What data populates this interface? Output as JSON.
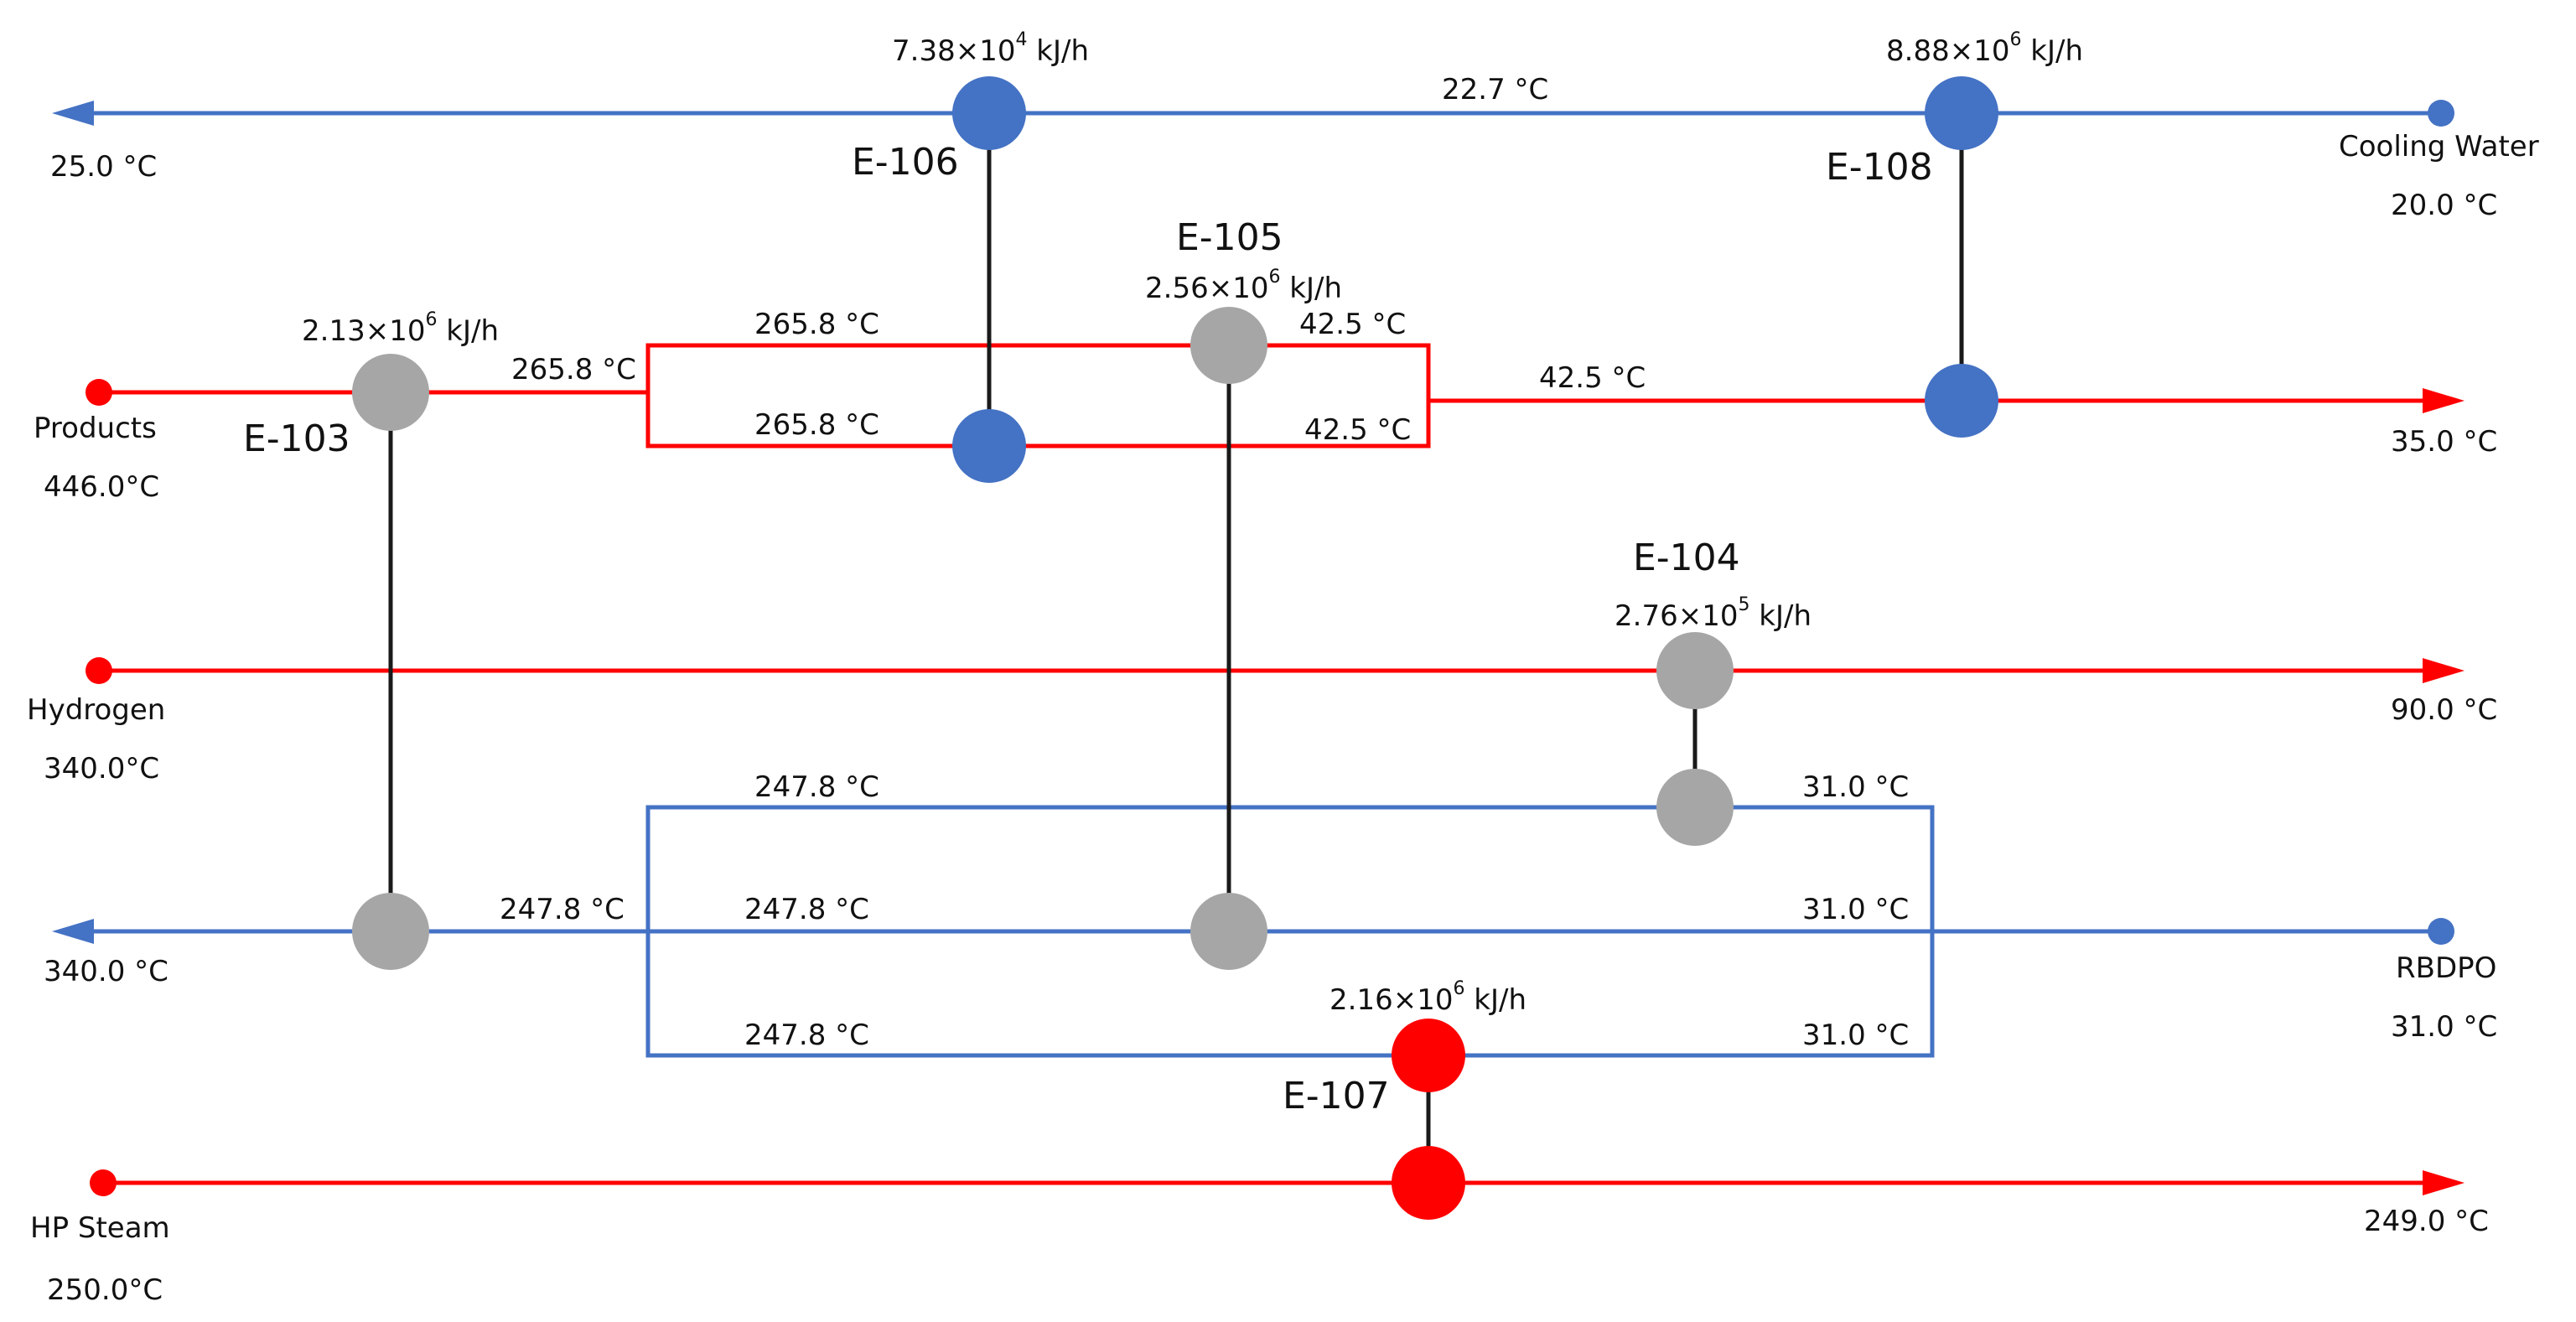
{
  "colors": {
    "hot_stream": "#ff0000",
    "cold_stream": "#4472c4",
    "exchanger_blue": "#4472c4",
    "exchanger_gray": "#a6a6a6",
    "exchanger_red": "#ff0000",
    "link": "#1a1a1a"
  },
  "streams": {
    "cooling_water": {
      "name": "Cooling Water",
      "inlet": "20.0 °C",
      "outlet": "25.0 °C",
      "mid": "22.7 °C"
    },
    "products": {
      "name": "Products",
      "inlet": "446.0°C",
      "outlet": "35.0 °C",
      "after_e103": "265.8 °C",
      "branch_top_in": "265.8 °C",
      "branch_bottom_in": "265.8 °C",
      "branch_top_out": "42.5 °C",
      "branch_bottom_out": "42.5 °C",
      "merged": "42.5 °C"
    },
    "hydrogen": {
      "name": "Hydrogen",
      "inlet": "340.0°C",
      "outlet": "90.0 °C"
    },
    "rbdpo": {
      "name": "RBDPO",
      "inlet": "31.0 °C",
      "outlet": "340.0 °C",
      "top_left": "247.8 °C",
      "top_right": "31.0 °C",
      "mid_left": "247.8 °C",
      "mid_right": "31.0 °C",
      "bottom_left": "247.8 °C",
      "bottom_right": "31.0 °C",
      "merged": "247.8 °C"
    },
    "hp_steam": {
      "name": "HP Steam",
      "inlet": "250.0°C",
      "outlet": "249.0 °C"
    }
  },
  "exchangers": [
    {
      "id": "E-103",
      "duty_base": "2.13×10",
      "duty_exp": "6",
      "duty_unit": " kJ/h"
    },
    {
      "id": "E-104",
      "duty_base": "2.76×10",
      "duty_exp": "5",
      "duty_unit": " kJ/h"
    },
    {
      "id": "E-105",
      "duty_base": "2.56×10",
      "duty_exp": "6",
      "duty_unit": " kJ/h"
    },
    {
      "id": "E-106",
      "duty_base": "7.38×10",
      "duty_exp": "4",
      "duty_unit": " kJ/h"
    },
    {
      "id": "E-107",
      "duty_base": "2.16×10",
      "duty_exp": "6",
      "duty_unit": " kJ/h"
    },
    {
      "id": "E-108",
      "duty_base": "8.88×10",
      "duty_exp": "6",
      "duty_unit": " kJ/h"
    }
  ]
}
